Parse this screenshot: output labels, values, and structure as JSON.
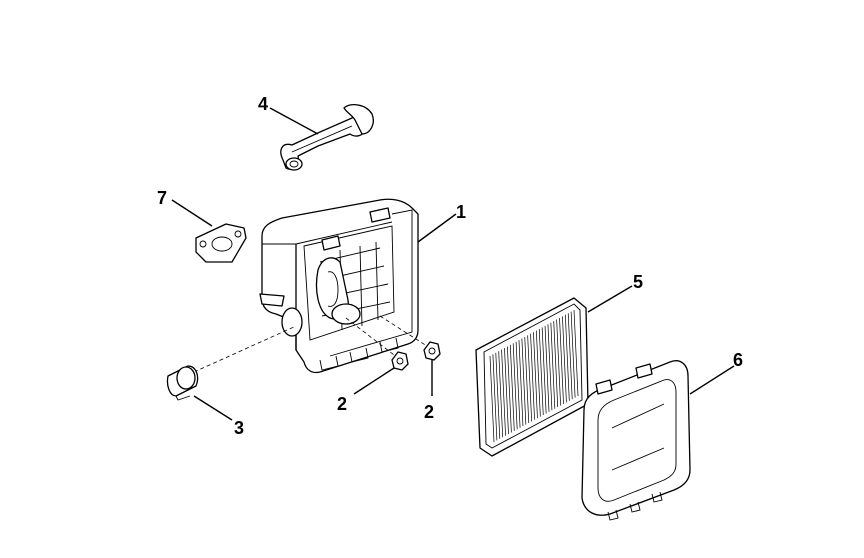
{
  "callouts": {
    "c1": "1",
    "c2a": "2",
    "c2b": "2",
    "c3": "3",
    "c4": "4",
    "c5": "5",
    "c6": "6",
    "c7": "7"
  }
}
